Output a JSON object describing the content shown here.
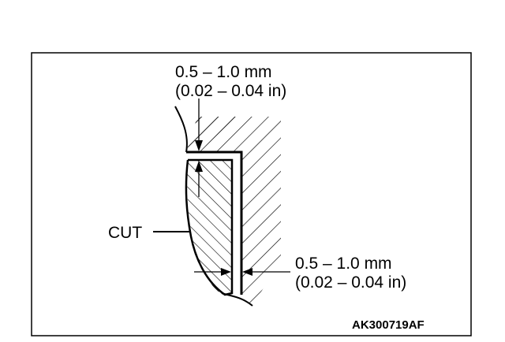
{
  "diagram": {
    "top_dimension": {
      "metric": "0.5 – 1.0 mm",
      "imperial": "(0.02 – 0.04 in)"
    },
    "side_dimension": {
      "metric": "0.5 – 1.0 mm",
      "imperial": "(0.02 – 0.04 in)"
    },
    "cut_label": "CUT",
    "reference_code": "AK300719AF"
  }
}
